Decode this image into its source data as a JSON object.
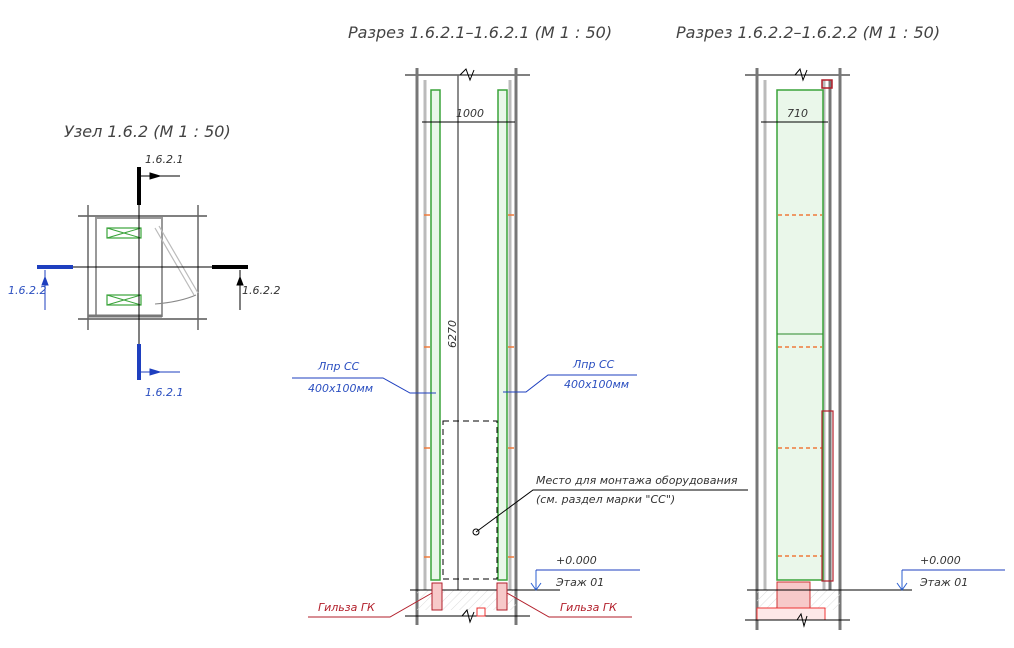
{
  "titles": {
    "node": "Узел 1.6.2 (М 1 : 50)",
    "section1": "Разрез 1.6.2.1–1.6.2.1 (М 1 : 50)",
    "section2": "Разрез 1.6.2.2–1.6.2.2 (М 1 : 50)"
  },
  "node_marks": {
    "top": "1.6.2.1",
    "bottom": "1.6.2.1",
    "left": "1.6.2.2",
    "right": "1.6.2.2"
  },
  "section1": {
    "width_dim": "1000",
    "height_dim": "6270",
    "tray_left": {
      "name": "Лпр СС",
      "size": "400x100мм"
    },
    "tray_right": {
      "name": "Лпр СС",
      "size": "400x100мм"
    },
    "equipment_note_1": "Место для монтажа оборудования",
    "equipment_note_2": "(см. раздел марки \"СС\")",
    "elevation": "+0.000",
    "level": "Этаж 01",
    "sleeve_left": "Гильза ГК",
    "sleeve_right": "Гильза ГК"
  },
  "section2": {
    "width_dim": "710",
    "elevation": "+0.000",
    "level": "Этаж 01"
  },
  "colors": {
    "blue": "#2b4fc0",
    "red": "#b21e2a",
    "green": "#3aa33a",
    "orange": "#f07a3a"
  }
}
